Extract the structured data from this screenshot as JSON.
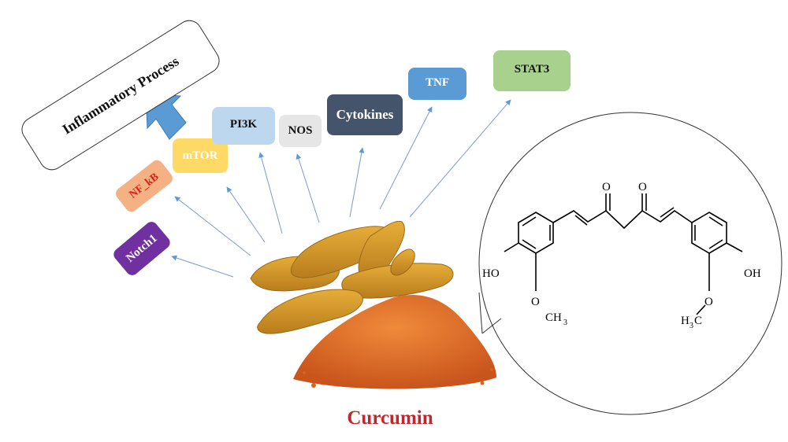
{
  "title": "Curcumin",
  "outcome_label": "Inflammatory Process",
  "targets": {
    "notch1": "Notch1",
    "nfkb": "NF_kB",
    "mtor": "mTOR",
    "pi3k": "PI3K",
    "nos": "NOS",
    "cytokines": "Cytokines",
    "tnf": "TNF",
    "stat3": "STAT3"
  },
  "structure_labels": {
    "oxo_left": "O",
    "oxo_right": "O",
    "hydroxyl_left": "HO",
    "hydroxyl_right": "OH",
    "methoxy_left_o": "O",
    "methoxy_left_ch": "CH",
    "methoxy_left_sub": "3",
    "methoxy_right_h": "H",
    "methoxy_right_sub": "3",
    "methoxy_right_c": "C"
  },
  "colors": {
    "title": "#c0282e",
    "nfkb_text": "#e0201c",
    "notch1": "#7030a0",
    "nfkb": "#f4b183",
    "mtor": "#ffd966",
    "pi3k": "#bdd7ee",
    "nos": "#e7e6e6",
    "cytokines": "#44546a",
    "tnf": "#5b9bd5",
    "stat3": "#a9d18e",
    "arrow": "#5b9bd5",
    "turmeric_root": "#d79b22",
    "turmeric_powder": "#e0762a"
  }
}
